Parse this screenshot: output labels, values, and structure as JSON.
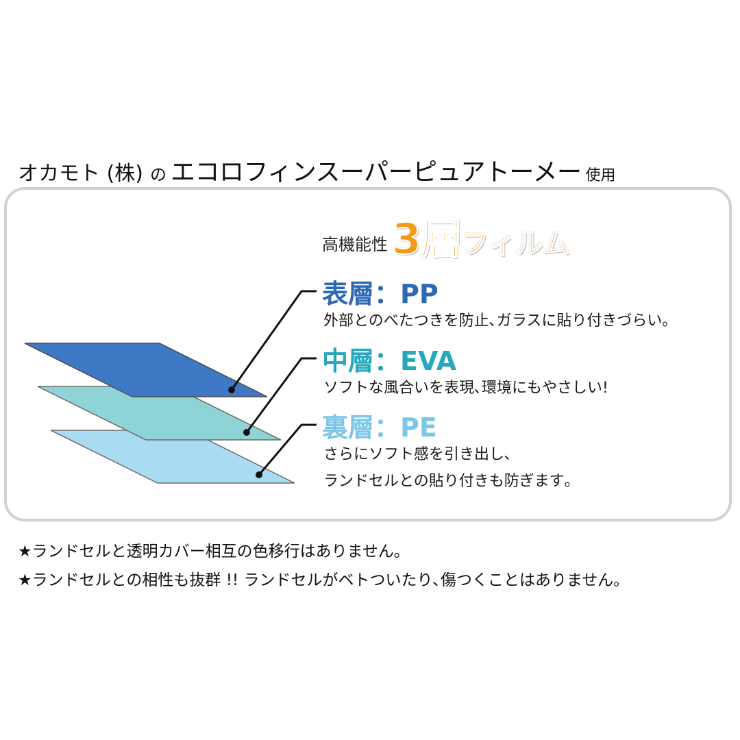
{
  "header": {
    "maker": "オカモト (株)",
    "no": "の",
    "product": "エコロフィンスーパーピュアトーメー",
    "use": "使用"
  },
  "panel": {
    "title_prefix": "高機能性",
    "title_big": "3層",
    "title_small": "フィルム"
  },
  "layers": [
    {
      "name": "表層：PP",
      "desc": [
        "外部とのべたつきを防止､ガラスに貼り付きづらい｡"
      ],
      "color": "#2e68b4",
      "fill": "#3f78c4"
    },
    {
      "name": "中層：EVA",
      "desc": [
        "ソフトな風合いを表現､環境にもやさしい!"
      ],
      "color": "#26a7bc",
      "fill": "#8ed3d6"
    },
    {
      "name": "裏層：PE",
      "desc": [
        "さらにソフト感を引き出し､",
        "ランドセルとの貼り付きも防ぎます｡"
      ],
      "color": "#7cc6e8",
      "fill": "#a9dcf3"
    }
  ],
  "notes": [
    "★ランドセルと透明カバー相互の色移行はありません｡",
    "★ランドセルとの相性も抜群 !! ランドセルがベトついたり､傷つくことはありません｡"
  ]
}
